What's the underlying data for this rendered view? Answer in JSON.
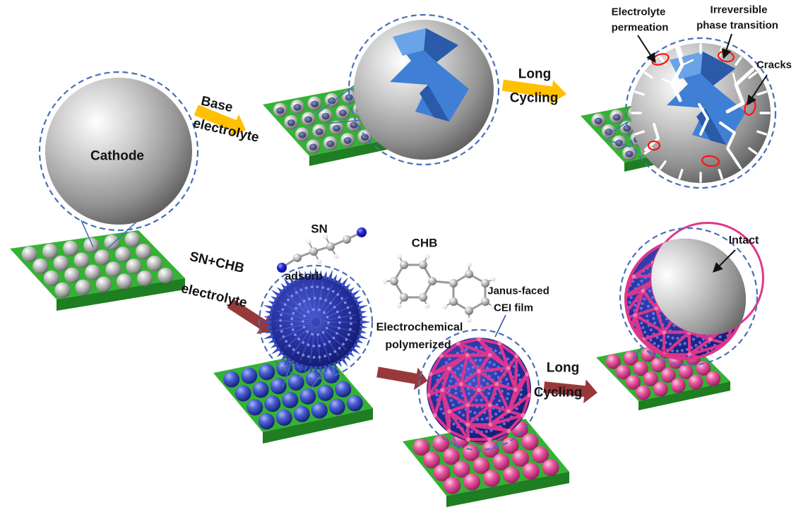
{
  "figure": {
    "cathode": "Cathode",
    "arrows": {
      "base": {
        "l1": "Base",
        "l2": "electrolyte"
      },
      "long_top": {
        "l1": "Long",
        "l2": "Cycling"
      },
      "sn_chb": {
        "l1": "SN+CHB",
        "l2": "electrolyte"
      },
      "long_bottom": {
        "l1": "Long",
        "l2": "Cycling"
      }
    },
    "degradation": {
      "permeation": {
        "l1": "Electrolyte",
        "l2": "permeation"
      },
      "phase_transition": {
        "l1": "Irreversible",
        "l2": "phase transition"
      },
      "cracks": "Cracks"
    },
    "molecules": {
      "sn": "SN",
      "chb": "CHB"
    },
    "process": {
      "adsorb": "adsorb",
      "electropolymerized": {
        "l1": "Electrochemical",
        "l2": "polymerized"
      },
      "janus": {
        "l1": "Janus-faced",
        "l2": "CEI film"
      },
      "intact": "Intact"
    },
    "colors": {
      "platform_green": "#33b333",
      "platform_green_dark": "#1f7d22",
      "arrow_yellow": "#FFC000",
      "arrow_maroon": "#97393a",
      "dashed_blue": "#4a6fb5",
      "ribbon_blue": "#3f7fd6",
      "ribbon_blue_dark": "#2a5aa8",
      "ribbon_blue_light": "#6ba3e8",
      "mesh_pink": "#e0368c",
      "crack_red": "#ff1111"
    }
  }
}
